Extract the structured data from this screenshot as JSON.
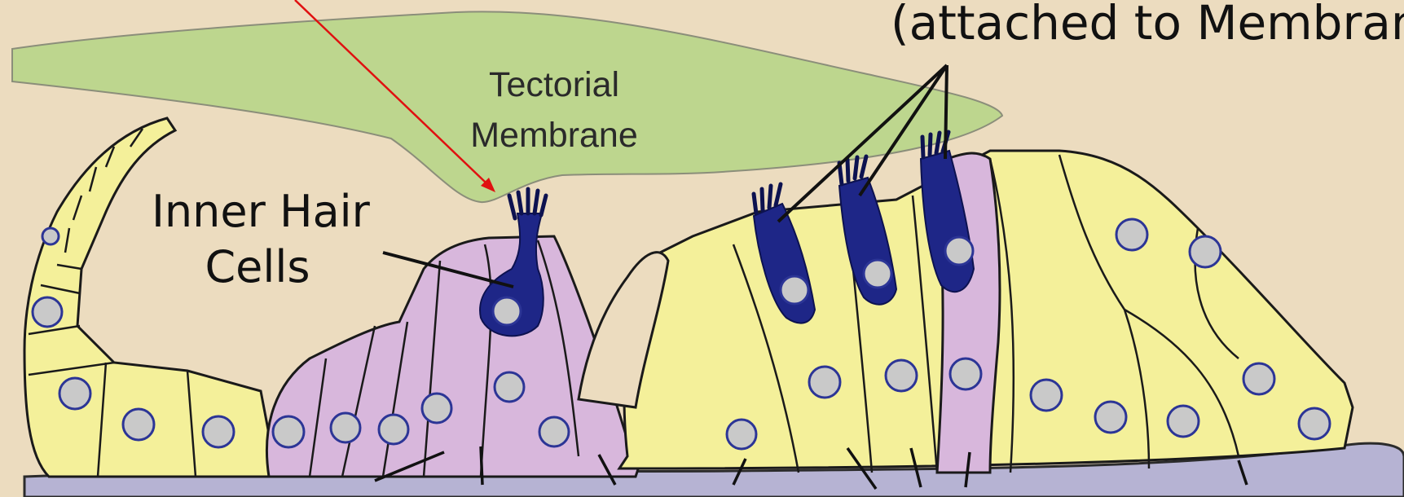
{
  "diagram": {
    "labels": {
      "outer_hair_cells_caption": "(attached to Membrane)",
      "inner_hair_cells_line1": "Inner Hair",
      "inner_hair_cells_line2": "Cells",
      "tectorial_line1": "Tectorial",
      "tectorial_line2": "Membrane"
    },
    "colors": {
      "background": "#ecdcbf",
      "tectorial_membrane": "#bdd68e",
      "hair_cell": "#1e2687",
      "supporting_cell_pink": "#d8b7dc",
      "supporting_cell_yellow": "#f4f09a",
      "nucleus": "#c9c9c9",
      "nucleus_ring": "#2c3596",
      "basilar_membrane": "#b6b3d3",
      "pointer_red": "#e01010"
    },
    "counts": {
      "inner_hair_cells": 1,
      "outer_hair_cells": 3
    }
  }
}
